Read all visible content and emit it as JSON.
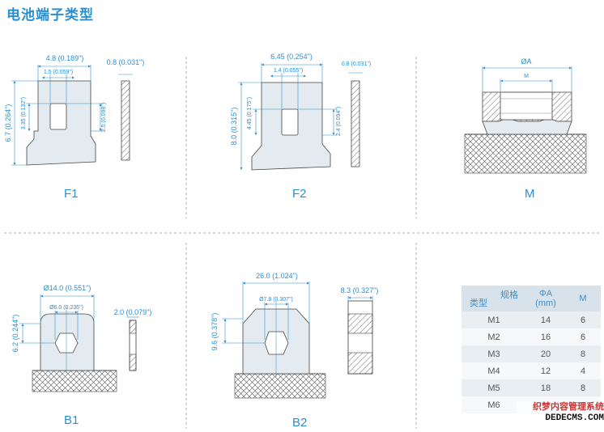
{
  "page_title": "电池端子类型",
  "captions": {
    "f1": "F1",
    "f2": "F2",
    "m": "M",
    "b1": "B1",
    "b2": "B2"
  },
  "dims": {
    "f1_width": "4.8 (0.189\")",
    "f1_inner": "1.5 (0.059\")",
    "f1_thick": "0.8 (0.031\")",
    "f1_height": "6.7 (0.264\")",
    "f1_hole": "3.35 (0.132\")",
    "f1_slot": "2.5 (0.098\")",
    "f2_width": "6.45 (0.254\")",
    "f2_inner": "1.4 (0.055\")",
    "f2_thick": "0.8 (0.031\")",
    "f2_height": "8.0 (0.315\")",
    "f2_hole": "4.45 (0.175\")",
    "f2_slot": "2.4 (0.094\")",
    "m_outer": "ØA",
    "m_inner": "M",
    "b1_width": "Ø14.0 (0.551\")",
    "b1_hole": "Ø6.0 (0.236\")",
    "b1_thick": "2.0 (0.079\")",
    "b1_height": "6.2 (0.244\")",
    "b2_width": "26.0 (1.024\")",
    "b2_hole": "Ø7.8 (0.307\")",
    "b2_thick": "8.3 (0.327\")",
    "b2_height": "9.6 (0.378\")"
  },
  "table": {
    "header_spec": "规格",
    "header_type": "类型",
    "header_a": "ΦA",
    "header_a_unit": "(mm)",
    "header_m": "M",
    "rows": [
      {
        "type": "M1",
        "a": "14",
        "m": "6"
      },
      {
        "type": "M2",
        "a": "16",
        "m": "6"
      },
      {
        "type": "M3",
        "a": "20",
        "m": "8"
      },
      {
        "type": "M4",
        "a": "12",
        "m": "4"
      },
      {
        "type": "M5",
        "a": "18",
        "m": "8"
      },
      {
        "type": "M6",
        "a": "",
        "m": ""
      }
    ]
  },
  "watermark": {
    "line1": "织梦内容管理系统",
    "line2": "DEDECMS.COM"
  }
}
